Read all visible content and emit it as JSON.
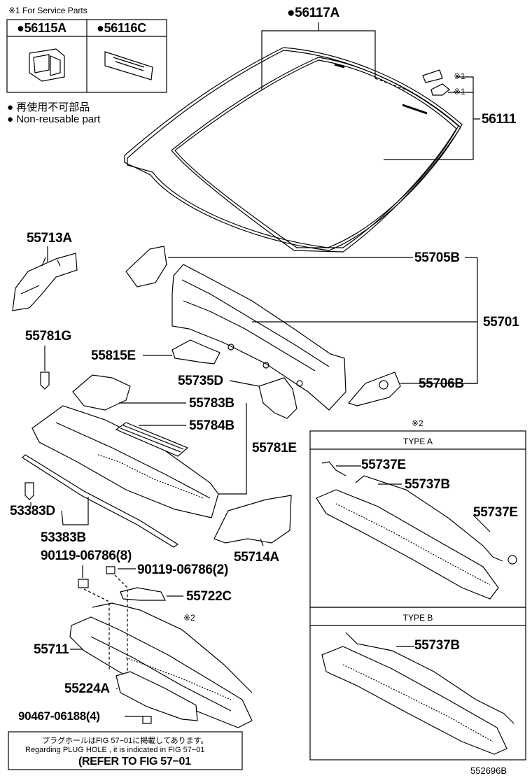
{
  "service": {
    "title": "※1 For Service Parts",
    "col1": "●56115A",
    "col2": "●56116C"
  },
  "legend": {
    "jp": "● 再使用不可部品",
    "en": "● Non-reusable part"
  },
  "labels": {
    "p56117A": "●56117A",
    "star1a": "※1",
    "star1b": "※1",
    "p56111": "56111",
    "p55713A": "55713A",
    "p55705B": "55705B",
    "p55701": "55701",
    "p55781G": "55781G",
    "p55815E": "55815E",
    "p55735D": "55735D",
    "p55706B": "55706B",
    "p55783B": "55783B",
    "p55784B": "55784B",
    "p55781E": "55781E",
    "p53383D": "53383D",
    "p53383B": "53383B",
    "p55714A": "55714A",
    "p90119a": "90119-06786(8)",
    "p90119b": "90119-06786(2)",
    "p55722C": "55722C",
    "star2a": "※2",
    "p55711": "55711",
    "p55224A": "55224A",
    "p90467": "90467-06188(4)",
    "star2b": "※2",
    "typeA": "TYPE A",
    "typeB": "TYPE B",
    "p55737E_1": "55737E",
    "p55737B_1": "55737B",
    "p55737E_2": "55737E",
    "p55737B_2": "55737B",
    "diagram_code": "552696B"
  },
  "footer": {
    "jp": "プラグホールはFIG 57−01に掲載してあります。",
    "en": "Regarding PLUG HOLE , it is indicated in FIG 57−01",
    "ref": "(REFER TO FIG 57−01"
  }
}
